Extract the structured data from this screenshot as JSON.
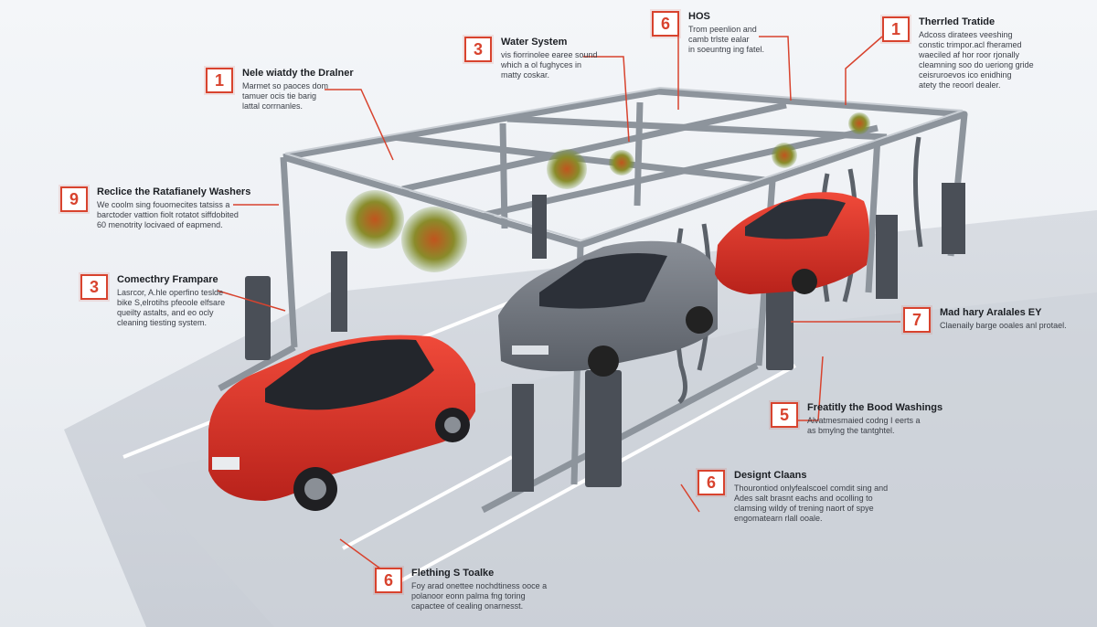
{
  "colors": {
    "accent": "#d8432e",
    "frame": "#8d949c",
    "car_red": "#d62f26",
    "car_grey": "#6f747c"
  },
  "callouts": [
    {
      "number": "1",
      "title": "Nele wiatdy the Dralner",
      "body": "Marmet so paoces dom\ntamuer ocis tie barig\nlattal corrnanles."
    },
    {
      "number": "3",
      "title": "Water System",
      "body": "vis fiorrinolee earee sound\nwhich a ol fughyces in\nmatty coskar."
    },
    {
      "number": "6",
      "title": "HOS",
      "body": "Trom peenlion and\ncamb trlste ealar\nin soeuntng ing fatel."
    },
    {
      "number": "1",
      "title": "Therrled Tratide",
      "body": "Adcoss diratees veeshing\nconstic trimpor.acl fheramed\nwaeciled af hor roor rjonally\ncleamning soo do ueriong gride\nceisruroevos ico enidhing\natety the reoorl dealer."
    },
    {
      "number": "9",
      "title": "Reclice the Ratafianely Washers",
      "body": "We coolm sing fouomecites tatsiss a\nbarctoder vattion fiolt rotatot siffdobited\n60 menotrity locivaed of eapmend."
    },
    {
      "number": "3",
      "title": "Comecthry Frampare",
      "body": "Lasrcor, A.hle operfino teslde\nbike S,elrotihs pfeoole elfsare\nqueilty astalts, and eo ocly\ncleaning tiesting system."
    },
    {
      "number": "7",
      "title": "Mad hary Aralales EY",
      "body": "Claenaily barge ooales anl protael."
    },
    {
      "number": "5",
      "title": "Freatitly the Bood Washings",
      "body": "Alvatmesmaied codng I eerts a\nas bmylng the tantghtel."
    },
    {
      "number": "6",
      "title": "Designt Claans",
      "body": "Thourontiod onlyfealscoel comdit sing and\nAdes salt brasnt eachs and ocolling to\nclamsing wildy of trening naort of spye\nengomatearn rlall ooale."
    },
    {
      "number": "6",
      "title": "Flething S Toalke",
      "body": "Foy arad onettee nochdtiness ooce a\npolanoor eonn palma fng toring\ncapactee of cealing onarnesst."
    }
  ]
}
